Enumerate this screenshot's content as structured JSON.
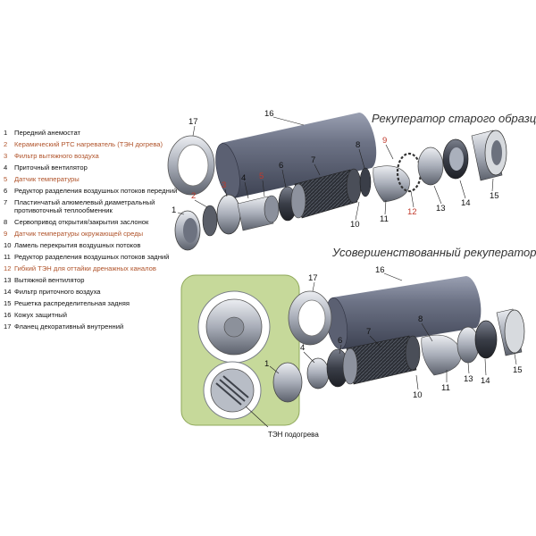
{
  "titles": {
    "old": "Рекуператор старого образца",
    "new": "Усовершенствованный рекуператор"
  },
  "note": "ТЭН подогрева",
  "legend": [
    {
      "num": "1",
      "text": "Передний анемостат",
      "highlight": false
    },
    {
      "num": "2",
      "text": "Керамический PTC нагреватель (ТЭН догрева)",
      "highlight": true
    },
    {
      "num": "3",
      "text": "Фильтр вытяжного воздуха",
      "highlight": true
    },
    {
      "num": "4",
      "text": "Приточный вентилятор",
      "highlight": false
    },
    {
      "num": "5",
      "text": "Датчик температуры",
      "highlight": true
    },
    {
      "num": "6",
      "text": "Редуктор разделения воздушных потоков передний",
      "highlight": false
    },
    {
      "num": "7",
      "text": "Пластинчатый алюмелевый диаметральный противоточный теплообменник",
      "highlight": false
    },
    {
      "num": "8",
      "text": "Сервопривод открытия/закрытия заслонок",
      "highlight": false
    },
    {
      "num": "9",
      "text": "Датчик температуры окружающей среды",
      "highlight": true
    },
    {
      "num": "10",
      "text": "Ламель перекрытия воздушных потоков",
      "highlight": false
    },
    {
      "num": "11",
      "text": "Редуктор разделения воздушных потоков задний",
      "highlight": false
    },
    {
      "num": "12",
      "text": "Гибкий ТЭН для  оттайки дренажных каналов",
      "highlight": true
    },
    {
      "num": "13",
      "text": "Вытяжной вентилятор",
      "highlight": false
    },
    {
      "num": "14",
      "text": "Фильтр приточного воздуха",
      "highlight": false
    },
    {
      "num": "15",
      "text": "Решетка распределительная задняя",
      "highlight": false
    },
    {
      "num": "16",
      "text": "Кожух защитный",
      "highlight": false
    },
    {
      "num": "17",
      "text": "Фланец декоративный внутренний",
      "highlight": false
    }
  ],
  "callouts_old": [
    "17",
    "16",
    "9",
    "8",
    "7",
    "6",
    "5",
    "4",
    "3",
    "2",
    "1",
    "15",
    "14",
    "13",
    "12",
    "11",
    "10"
  ],
  "callouts_new": [
    "17",
    "16",
    "8",
    "7",
    "6",
    "4",
    "1",
    "15",
    "14",
    "13",
    "11",
    "10"
  ]
}
